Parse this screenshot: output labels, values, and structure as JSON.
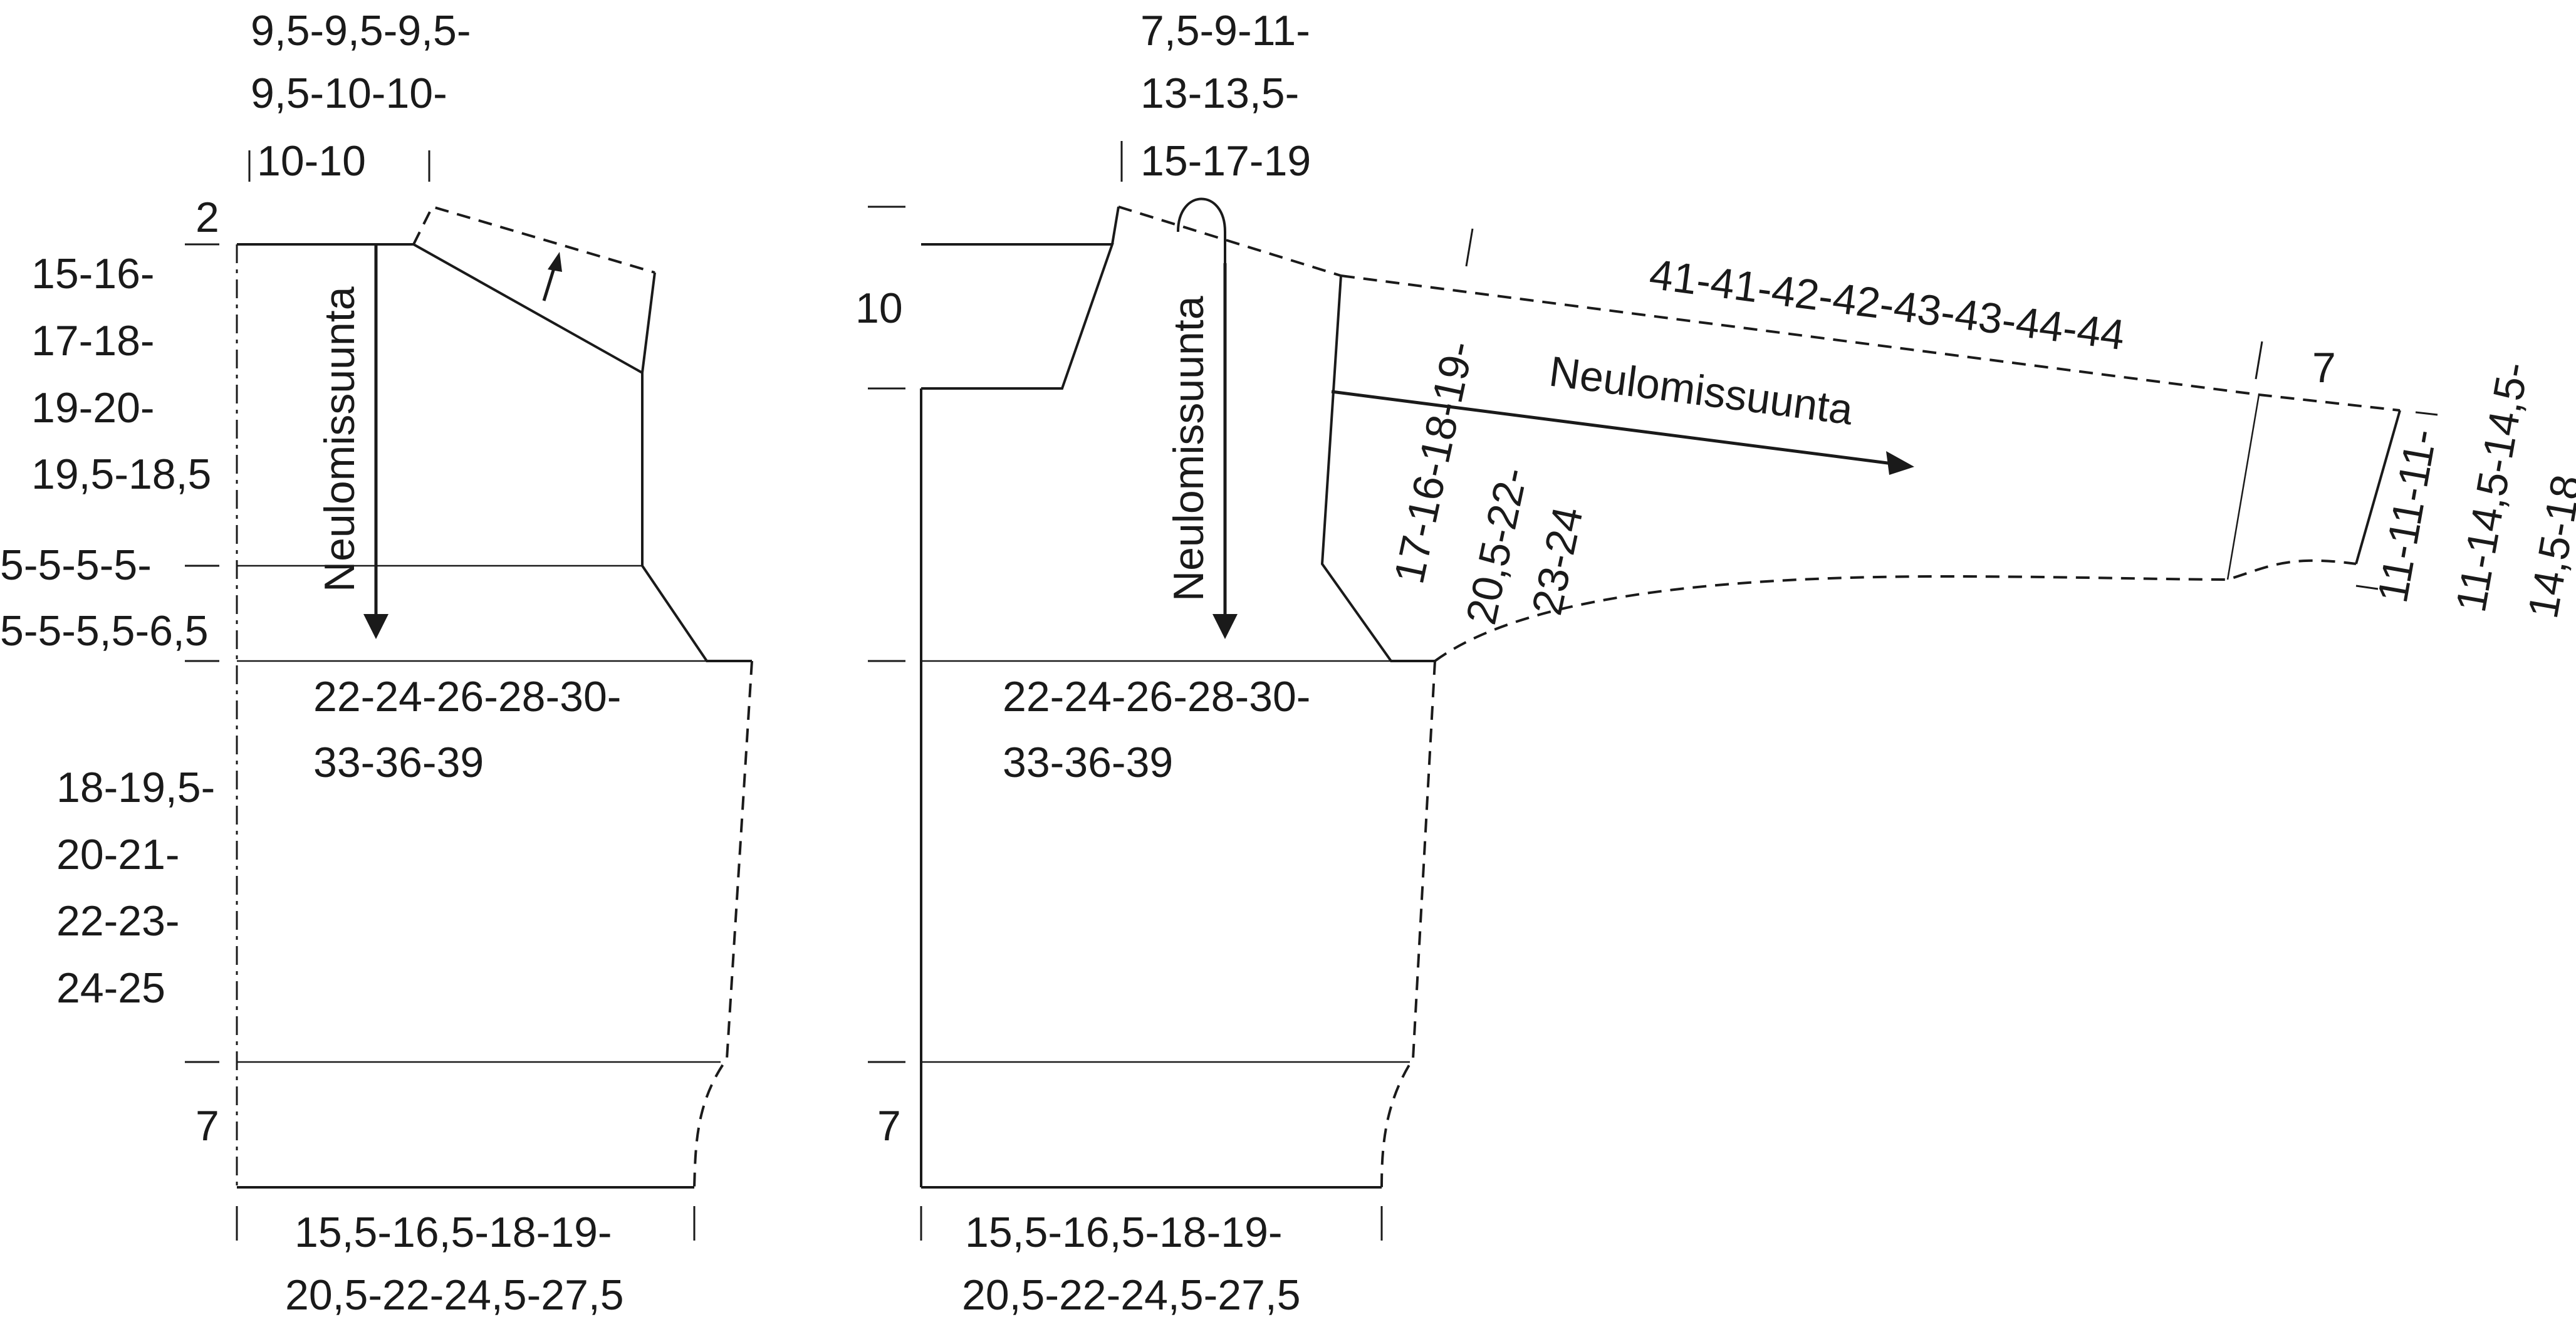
{
  "colors": {
    "line": "#1a1a1a",
    "background": "#ffffff"
  },
  "back_piece": {
    "shoulder_width": [
      "9,5-9,5-9,5-",
      "9,5-10-10-",
      "10-10"
    ],
    "shoulder_slope": "2",
    "armhole_depth": [
      "15-16-",
      "17-18-",
      "19-20-",
      "19,5-18,5"
    ],
    "underarm": [
      "5-5-5-5-",
      "5-5-5,5-6,5"
    ],
    "half_width": [
      "22-24-26-28-30-",
      "33-36-39"
    ],
    "side_length": [
      "18-19,5-",
      "20-21-",
      "22-23-",
      "24-25"
    ],
    "rib_height": "7",
    "bottom_width": [
      "15,5-16,5-18-19-",
      "20,5-22-24,5-27,5"
    ],
    "direction_label": "Neulomissuunta"
  },
  "front_piece": {
    "neck_width": [
      "7,5-9-11-",
      "13-13,5-",
      "15-17-19"
    ],
    "neck_depth": "10",
    "half_width": [
      "22-24-26-28-30-",
      "33-36-39"
    ],
    "rib_height": "7",
    "bottom_width": [
      "15,5-16,5-18-19-",
      "20,5-22-24,5-27,5"
    ],
    "direction_label": "Neulomissuunta"
  },
  "sleeve": {
    "length": "41-41-42-42-43-43-44-44",
    "cuff_length": "7",
    "top_width": [
      "17-16-18-19-",
      "20,5-22-",
      "23-24"
    ],
    "cuff_width": [
      "11-11-11-",
      "11-14,5-14,5-",
      "14,5-18"
    ],
    "direction_label": "Neulomissuunta"
  }
}
